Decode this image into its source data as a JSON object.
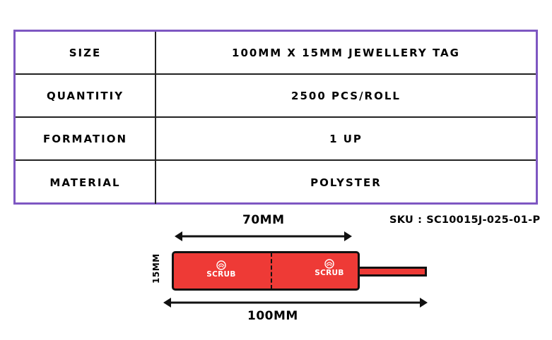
{
  "spec_table": {
    "rows": [
      {
        "label": "SIZE",
        "value": "100MM X 15MM JEWELLERY TAG"
      },
      {
        "label": "QUANTITIY",
        "value": "2500 PCS/ROLL"
      },
      {
        "label": "FORMATION",
        "value": "1 UP"
      },
      {
        "label": "MATERIAL",
        "value": "POLYSTER"
      }
    ]
  },
  "sku": {
    "label": "SKU",
    "separator": ":",
    "code": "SC10015J-025-01-P"
  },
  "diagram": {
    "body_length": "70MM",
    "total_length": "100MM",
    "height": "15MM",
    "logo_text": "SCRUB",
    "tag_color": "#ee3a36",
    "border_color": "#7e57c2"
  }
}
